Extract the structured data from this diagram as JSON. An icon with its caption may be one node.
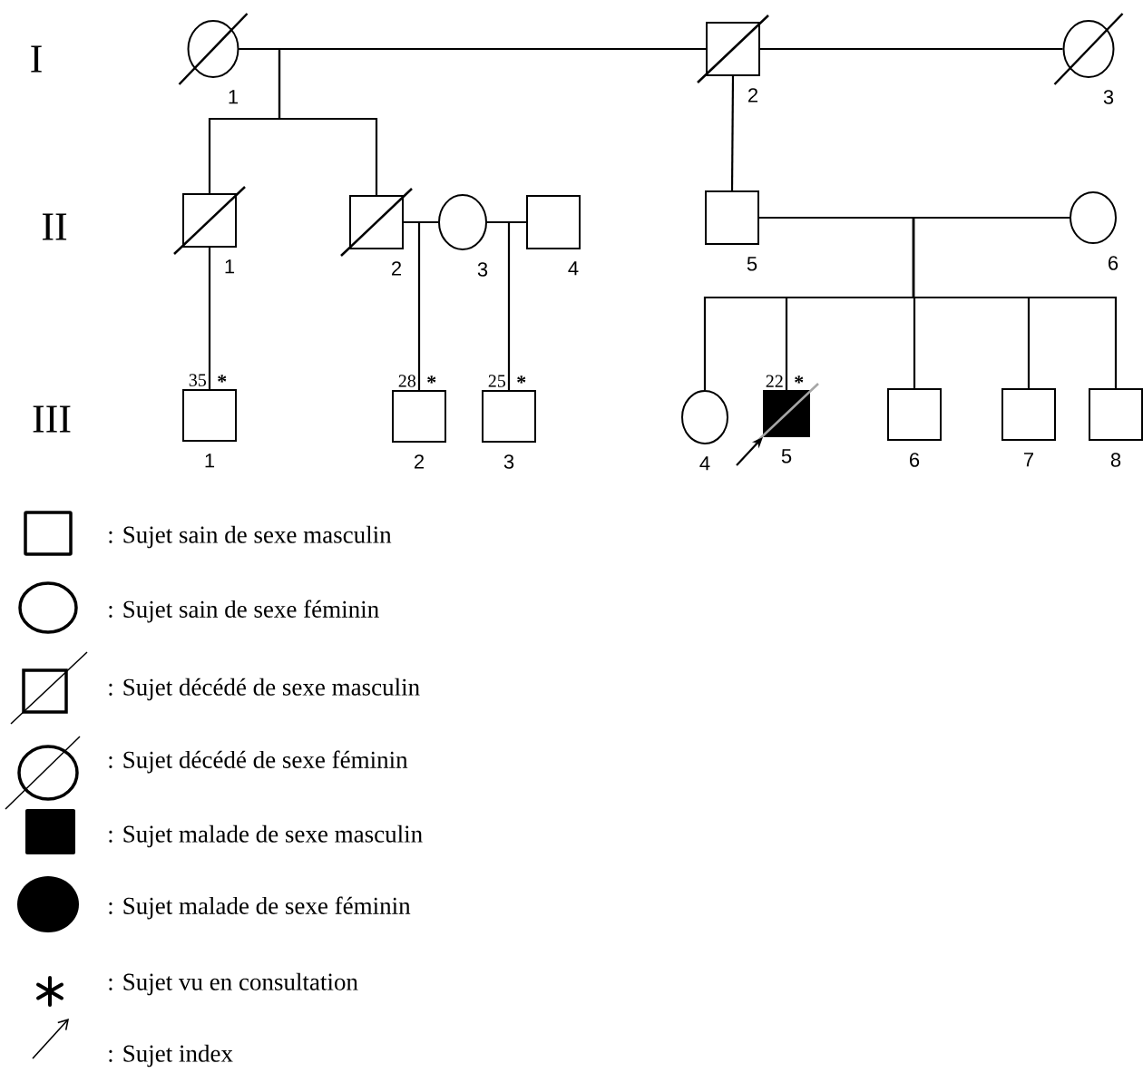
{
  "diagram": {
    "nodes": [
      {
        "text": [],
        "shape": "circle",
        "beside": [
          "1"
        ]
      },
      {
        "text": [],
        "shape": "box",
        "beside": [
          "2"
        ]
      },
      {
        "text": [],
        "shape": "circle",
        "beside": [
          "3"
        ]
      },
      {
        "text": [],
        "shape": "box",
        "beside": [
          "1"
        ]
      },
      {
        "text": [],
        "shape": "box",
        "beside": [
          "2"
        ]
      },
      {
        "text": [],
        "shape": "circle",
        "beside": [
          "3"
        ]
      },
      {
        "text": [],
        "shape": "box",
        "beside": [
          "4"
        ]
      },
      {
        "text": [],
        "shape": "box",
        "beside": [
          "5"
        ]
      },
      {
        "text": [],
        "shape": "circle",
        "beside": [
          "6"
        ]
      },
      {
        "text": [],
        "shape": "box",
        "beside": [
          "1",
          "35",
          "*"
        ]
      },
      {
        "text": [],
        "shape": "box",
        "beside": [
          "2",
          "28",
          "*"
        ]
      },
      {
        "text": [],
        "shape": "box",
        "beside": [
          "3",
          "25",
          "*"
        ]
      },
      {
        "text": [],
        "shape": "circle",
        "beside": [
          "4"
        ]
      },
      {
        "text": [],
        "shape": "box",
        "beside": [
          "5",
          "22",
          "*"
        ]
      },
      {
        "text": [],
        "shape": "box",
        "beside": [
          "6"
        ]
      },
      {
        "text": [],
        "shape": "box",
        "beside": [
          "7"
        ]
      },
      {
        "text": [],
        "shape": "box",
        "beside": [
          "8"
        ]
      }
    ],
    "edges": [
      {
        "from": 0,
        "to": 1,
        "arrow": "none"
      },
      {
        "from": 1,
        "to": 2,
        "arrow": "none"
      },
      {
        "from": 0,
        "to": 3,
        "arrow": "none"
      },
      {
        "from": 0,
        "to": 4,
        "arrow": "none"
      },
      {
        "from": 1,
        "to": 7,
        "arrow": "none"
      },
      {
        "from": 4,
        "to": 5,
        "arrow": "none"
      },
      {
        "from": 5,
        "to": 6,
        "arrow": "none"
      },
      {
        "from": 7,
        "to": 8,
        "arrow": "none"
      },
      {
        "from": 3,
        "to": 9,
        "arrow": "none"
      },
      {
        "from": 4,
        "to": 10,
        "arrow": "none"
      },
      {
        "from": 5,
        "to": 11,
        "arrow": "none"
      },
      {
        "from": 7,
        "to": 12,
        "arrow": "none"
      },
      {
        "from": 7,
        "to": 13,
        "arrow": "none"
      },
      {
        "from": 7,
        "to": 14,
        "arrow": "none"
      },
      {
        "from": 7,
        "to": 15,
        "arrow": "none"
      },
      {
        "from": 7,
        "to": 16,
        "arrow": "none"
      },
      {
        "from": null,
        "to": 13,
        "arrow": "to"
      }
    ],
    "labels": [
      "I",
      "II",
      "III"
    ],
    "legend": [
      {
        "text": ": Sujet sain de sexe masculin"
      },
      {
        "text": ": Sujet sain de sexe féminin"
      },
      {
        "text": ": Sujet décédé de sexe masculin"
      },
      {
        "text": ": Sujet décédé de sexe féminin"
      },
      {
        "text": ": Sujet malade de sexe masculin"
      },
      {
        "text": ": Sujet malade de sexe féminin"
      },
      {
        "text": ": Sujet vu en consultation"
      },
      {
        "text": ": Sujet index"
      }
    ]
  }
}
